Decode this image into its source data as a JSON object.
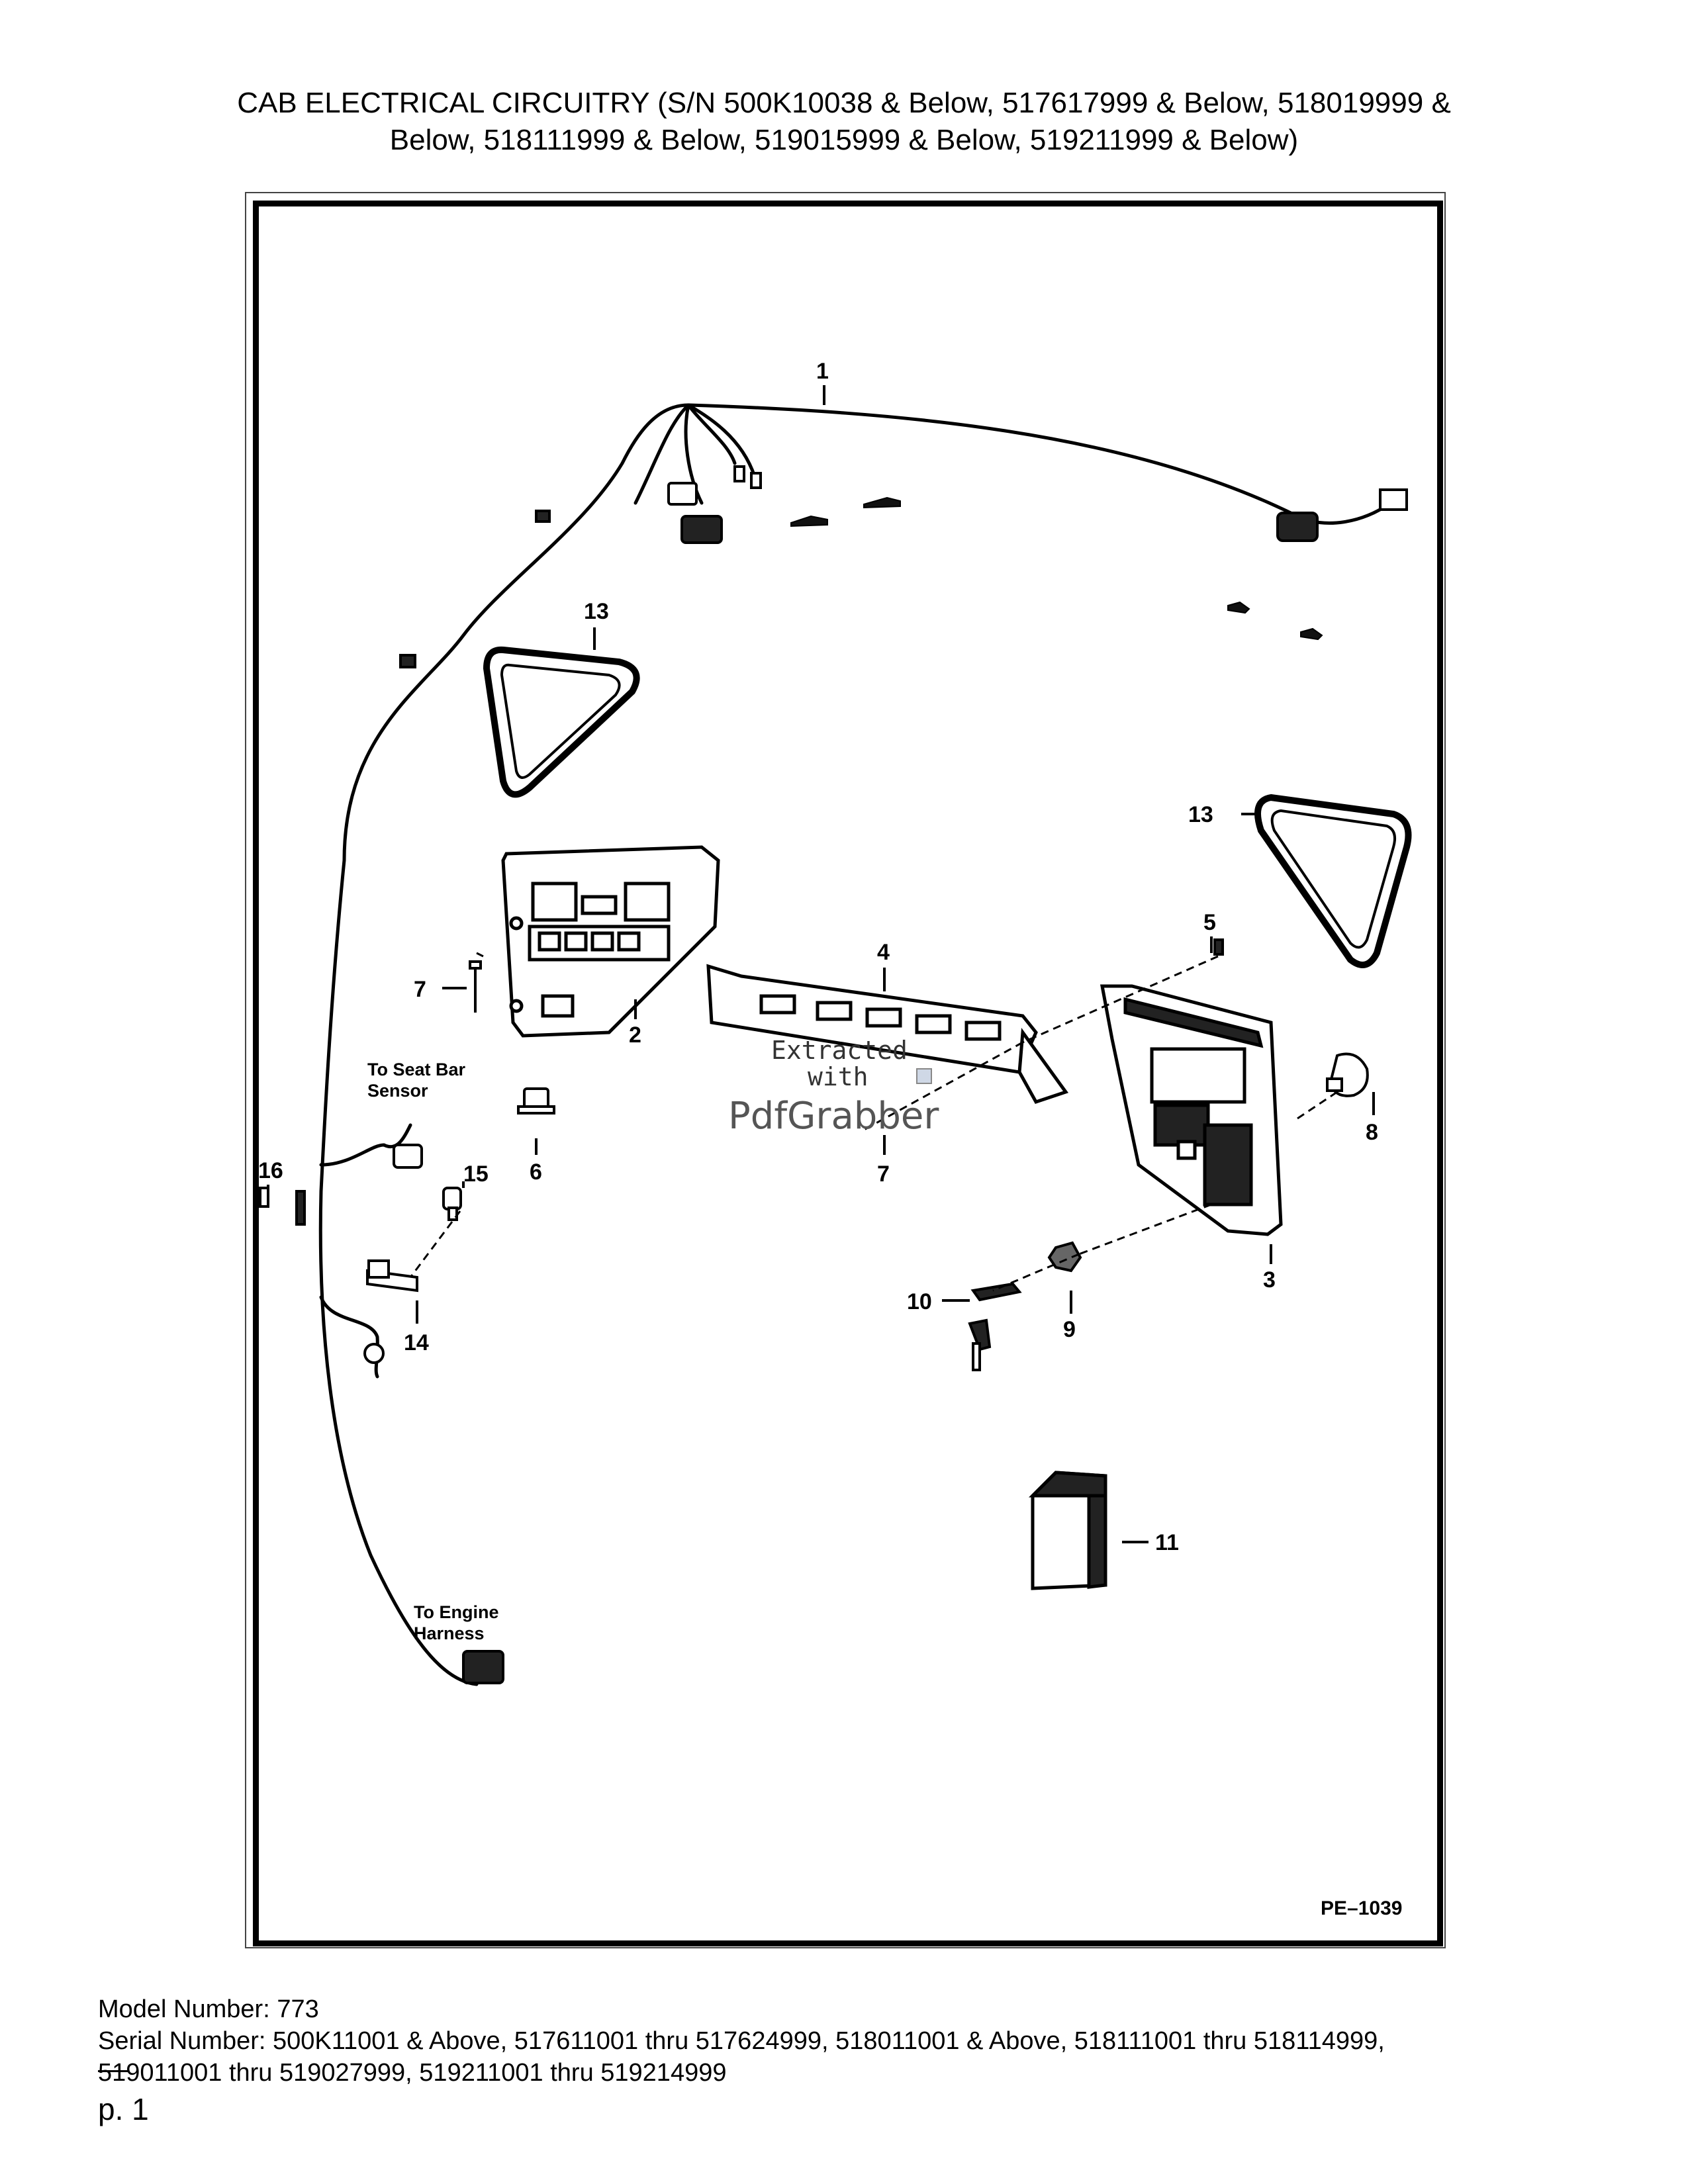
{
  "header": {
    "title_line1": "CAB ELECTRICAL CIRCUITRY (S/N 500K10038 & Below, 517617999 & Below, 518019999 &",
    "title_line2": "Below, 518111999 & Below, 519015999 & Below, 519211999 & Below)"
  },
  "diagram": {
    "callouts": {
      "c1": "1",
      "c2": "2",
      "c3": "3",
      "c4": "4",
      "c5": "5",
      "c6": "6",
      "c7a": "7",
      "c7b": "7",
      "c8": "8",
      "c9": "9",
      "c10": "10",
      "c11": "11",
      "c13a": "13",
      "c13b": "13",
      "c14": "14",
      "c15": "15",
      "c16": "16"
    },
    "notes": {
      "seat_line1": "To Seat Bar",
      "seat_line2": "Sensor",
      "engine_line1": "To Engine",
      "engine_line2": "Harness"
    },
    "figure_id": "PE–1039",
    "watermark": {
      "line1": "Extracted",
      "line2": "with",
      "brand": "PdfGrabber"
    }
  },
  "footer": {
    "model": "Model Number: 773",
    "serial_line1": "Serial Number: 500K11001 & Above, 517611001 thru 517624999, 518011001 & Above, 518111001 thru 518114999,",
    "serial_line2": "519011001 thru 519027999, 519211001 thru 519214999",
    "page": "p. 1"
  }
}
